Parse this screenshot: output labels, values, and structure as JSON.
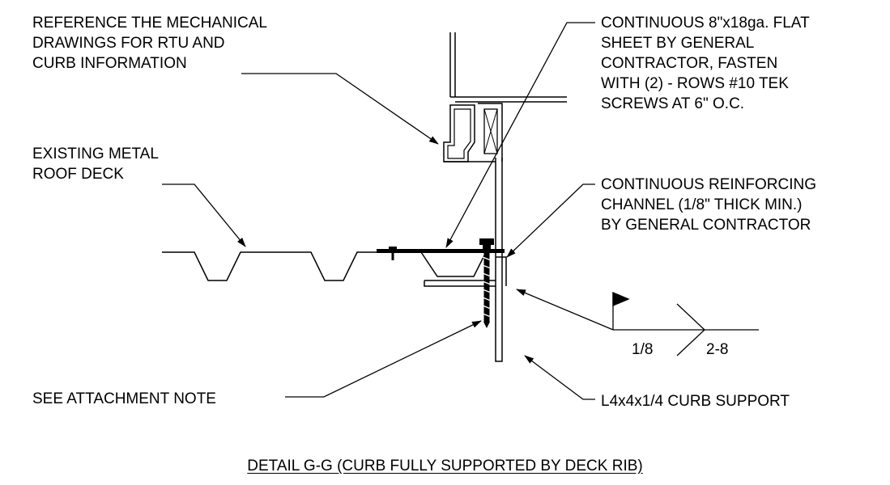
{
  "notes": {
    "reference": "REFERENCE THE MECHANICAL\nDRAWINGS FOR RTU AND\nCURB INFORMATION",
    "existing_deck": "EXISTING METAL\nROOF DECK",
    "flat_sheet": "CONTINUOUS 8\"x18ga. FLAT\nSHEET BY GENERAL\nCONTRACTOR, FASTEN\nWITH (2) - ROWS #10 TEK\nSCREWS AT 6\" O.C.",
    "reinforcing_channel": "CONTINUOUS REINFORCING\nCHANNEL (1/8\" THICK MIN.)\nBY GENERAL CONTRACTOR",
    "attachment": "SEE ATTACHMENT NOTE",
    "curb_support": "L4x4x1/4 CURB SUPPORT"
  },
  "weld_symbol": {
    "size": "1/8",
    "length_pitch": "2-8"
  },
  "caption": "DETAIL G-G (CURB FULLY SUPPORTED BY DECK RIB)"
}
